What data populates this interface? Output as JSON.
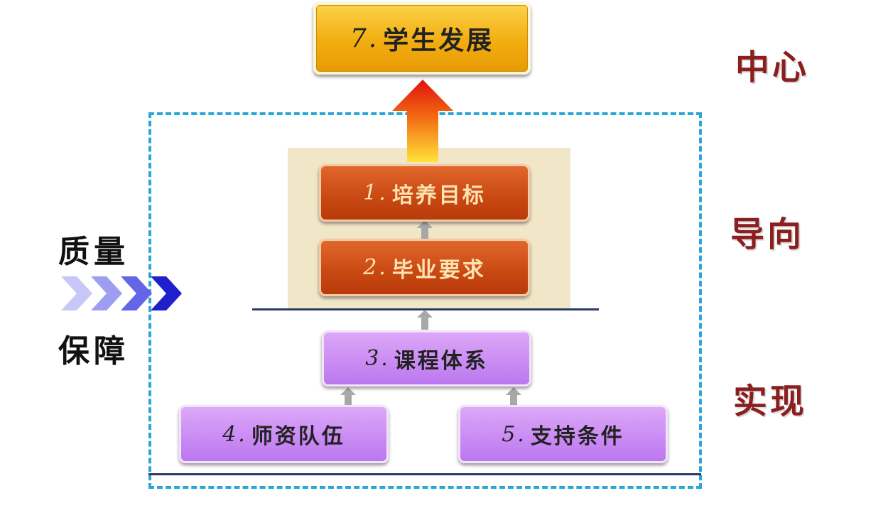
{
  "boxes": {
    "b7": {
      "num": "7.",
      "text": "学生发展"
    },
    "b1": {
      "num": "1.",
      "text": "培养目标"
    },
    "b2": {
      "num": "2.",
      "text": "毕业要求"
    },
    "b3": {
      "num": "3.",
      "text": "课程体系"
    },
    "b4": {
      "num": "4.",
      "text": "师资队伍"
    },
    "b5": {
      "num": "5.",
      "text": "支持条件"
    }
  },
  "side_labels": {
    "center": "中心",
    "guide": "导向",
    "realize": "实现"
  },
  "left_labels": {
    "top": "质量",
    "bottom": "保障"
  },
  "colors": {
    "frame": "#2aa6d8",
    "gold_box": "#f2ad10",
    "orange_box": "#c94812",
    "purple_box": "#c98af3",
    "side_text": "#8b1e1e"
  },
  "icons": {
    "big_arrow": "gradient-up-arrow-icon",
    "small_arrows": "gray-up-arrow-icon",
    "chevrons": "chevron-right-icon"
  }
}
